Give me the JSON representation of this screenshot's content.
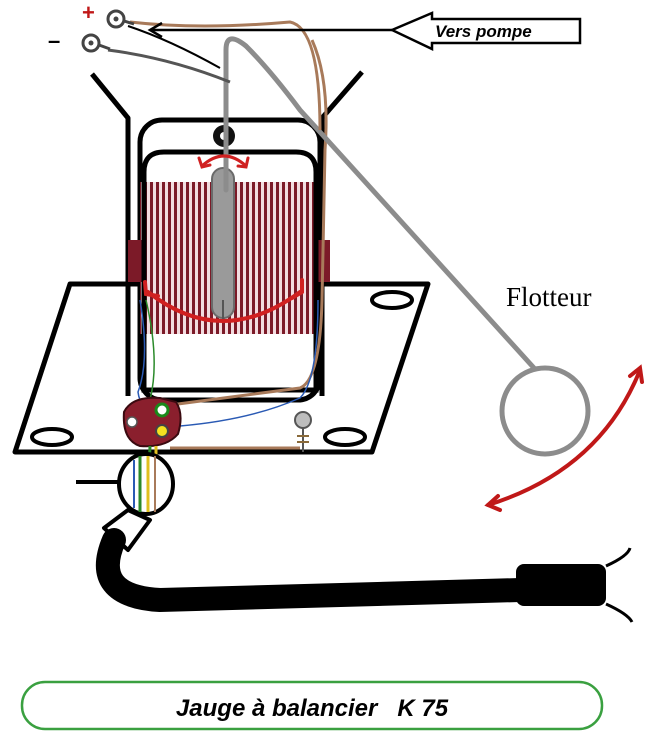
{
  "terminals": {
    "positive": "+",
    "negative": "–"
  },
  "arrow_label": "Vers pompe",
  "float_label": "Flotteur",
  "title": "Jauge à balancier   K 75",
  "colors": {
    "winding": "#8a1f2d",
    "wire_brown": "#a87a5a",
    "float_rod": "#8c8c8c",
    "motion_arrows": "#c81e1e",
    "title_frame": "#3aa040",
    "hose": "#000000"
  },
  "icons": [
    "ring-terminal-icon",
    "motion-arrow-icon",
    "connector-plug-icon",
    "fuse-icon"
  ]
}
